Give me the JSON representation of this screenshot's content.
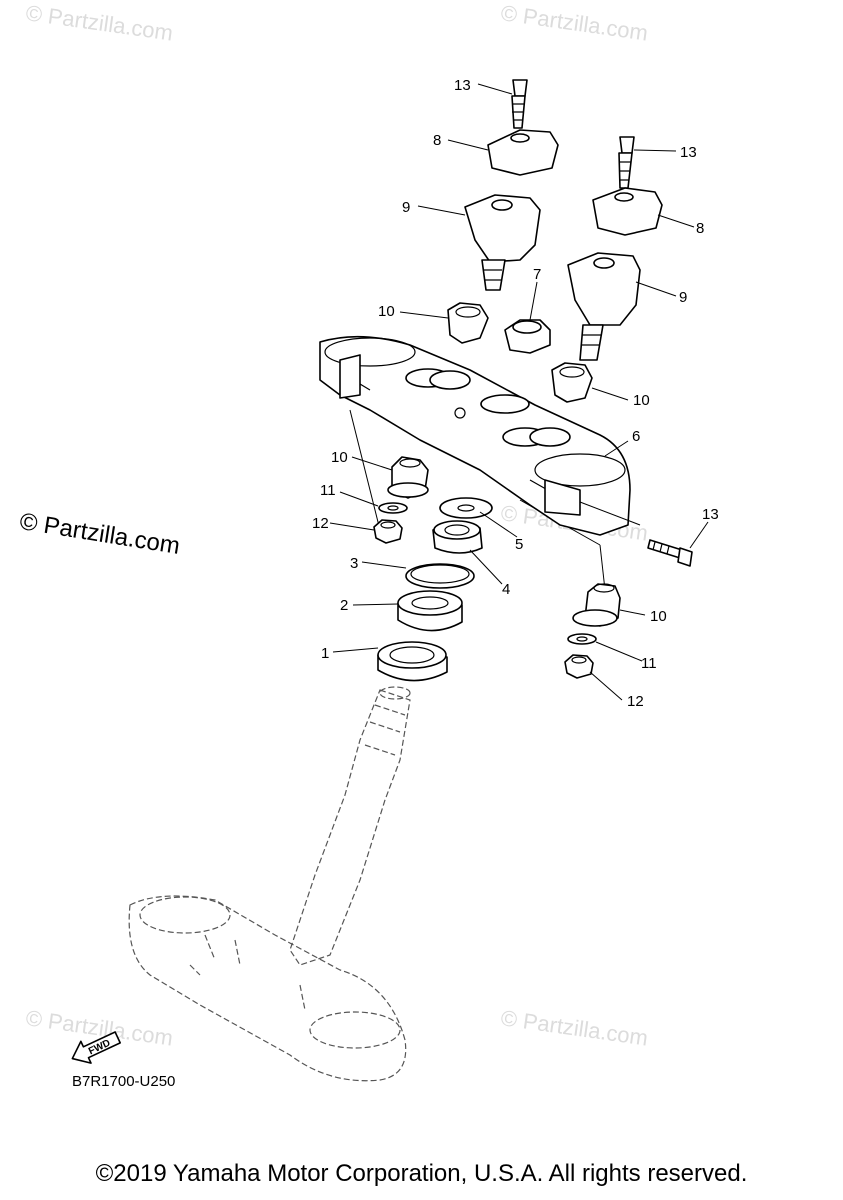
{
  "diagram_code": "B7R1700-U250",
  "copyright": "©2019 Yamaha Motor Corporation, U.S.A. All rights reserved.",
  "watermark_large": "© Partzilla.com",
  "watermark_small": "© Partzilla.com",
  "fwd_label": "FWD",
  "callouts": {
    "c13a": "13",
    "c8a": "8",
    "c9a": "9",
    "c13b": "13",
    "c8b": "8",
    "c9b": "9",
    "c7": "7",
    "c10a": "10",
    "c10b": "10",
    "c6": "6",
    "c10c": "10",
    "c11a": "11",
    "c12a": "12",
    "c5": "5",
    "c3": "3",
    "c4": "4",
    "c13c": "13",
    "c2": "2",
    "c10d": "10",
    "c1": "1",
    "c11b": "11",
    "c12b": "12"
  }
}
